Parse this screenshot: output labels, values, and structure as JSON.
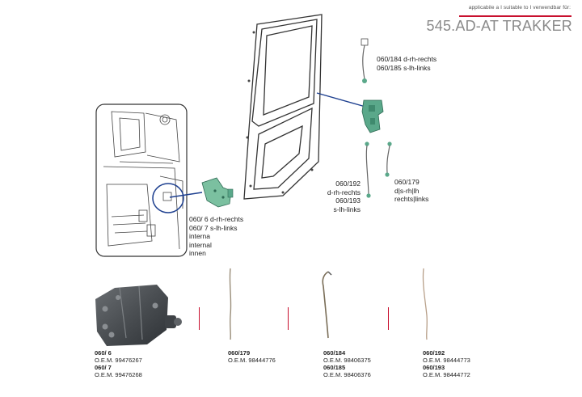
{
  "header": {
    "applicability": "applicabile a I suitable to I verwendbar für:",
    "model": "545.AD-AT TRAKKER"
  },
  "callouts": {
    "rod_upper": [
      "060/184 d-rh-rechts",
      "060/185 s-lh-links"
    ],
    "rod_lower_left": [
      "060/192",
      "d-rh-rechts",
      "060/193",
      "s-lh-links"
    ],
    "rod_lower_right": [
      "060/179",
      "d|s-rh|lh",
      "rechts|links"
    ],
    "bracket": [
      "060/  6 d-rh-rechts",
      "060/  7 s-lh-links",
      "interna",
      "internal",
      "innen"
    ]
  },
  "parts": [
    {
      "code1": "060/  6",
      "oem1": "O.E.M. 99476267",
      "code2": "060/  7",
      "oem2": "O.E.M. 99476268"
    },
    {
      "code1": "060/179",
      "oem1": "O.E.M. 98444776"
    },
    {
      "code1": "060/184",
      "oem1": "O.E.M. 98406375",
      "code2": "060/185",
      "oem2": "O.E.M. 98406376"
    },
    {
      "code1": "060/192",
      "oem1": "O.E.M. 98444773",
      "code2": "060/193",
      "oem2": "O.E.M. 98444772"
    }
  ],
  "colors": {
    "accent_red": "#c8102e",
    "title_gray": "#8a8a8a",
    "callout_blue": "#1d3f8f",
    "part_green": "#5aa88a"
  },
  "icons": [
    "cab-interior-illustration",
    "door-frame-illustration",
    "lock-mechanism-illustration",
    "bracket-illustration",
    "rod-illustration"
  ]
}
